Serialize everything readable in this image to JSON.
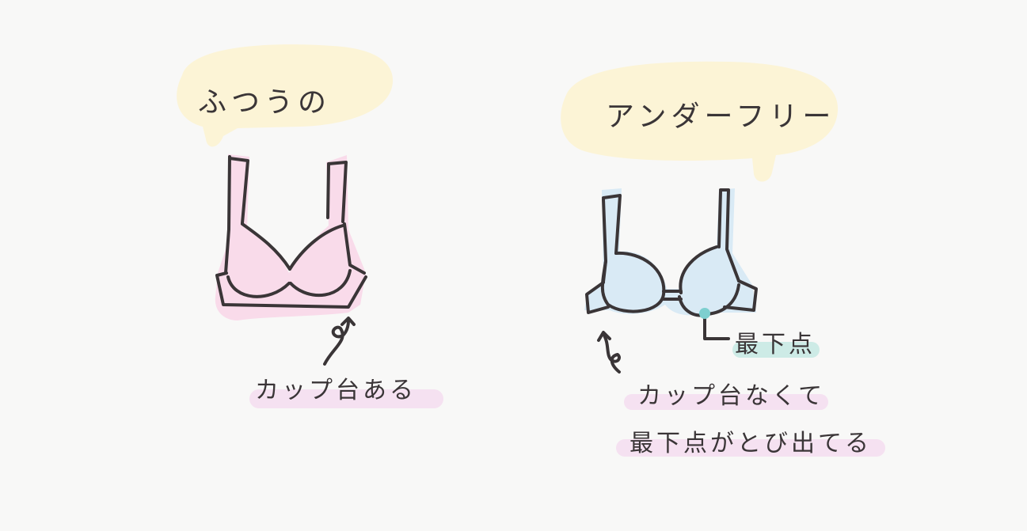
{
  "left_panel": {
    "bubble_text": "ふつうの",
    "bra_type": "standard",
    "annotation": "カップ台ある"
  },
  "right_panel": {
    "bubble_text": "アンダーフリー",
    "bra_type": "underwire-free",
    "point_label": "最下点",
    "annotation_line1": "カップ台なくて",
    "annotation_line2": "最下点がとび出てる"
  },
  "colors": {
    "background": "#f8f8f7",
    "bubble": "#fcf4d6",
    "pink_fill": "#f9dbea",
    "blue_fill": "#d9eaf5",
    "ink": "#3a3537",
    "teal_point": "#7dcfcf",
    "pink_highlight": "#f5e1f1",
    "teal_highlight": "#cdebe6"
  }
}
